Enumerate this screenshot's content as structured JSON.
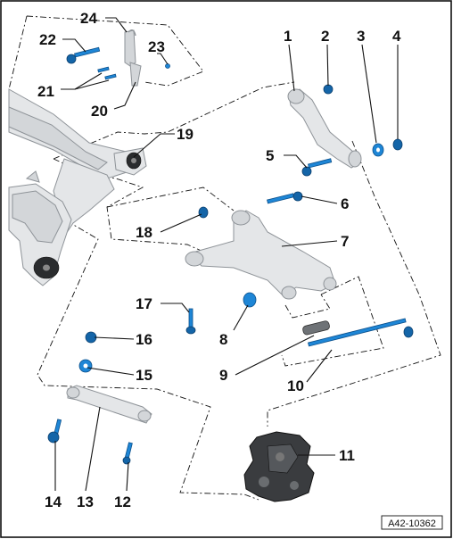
{
  "figure": {
    "reference_code": "A42-10362"
  },
  "callouts": {
    "n1": "1",
    "n2": "2",
    "n3": "3",
    "n4": "4",
    "n5": "5",
    "n6": "6",
    "n7": "7",
    "n8": "8",
    "n9": "9",
    "n10": "10",
    "n11": "11",
    "n12": "12",
    "n13": "13",
    "n14": "14",
    "n15": "15",
    "n16": "16",
    "n17": "17",
    "n18": "18",
    "n19": "19",
    "n20": "20",
    "n21": "21",
    "n22": "22",
    "n23": "23",
    "n24": "24"
  },
  "colors": {
    "fastener": "#1e86d6",
    "component": "#e4e6e8",
    "bushing": "#2a2c2e",
    "border": "#111111"
  }
}
